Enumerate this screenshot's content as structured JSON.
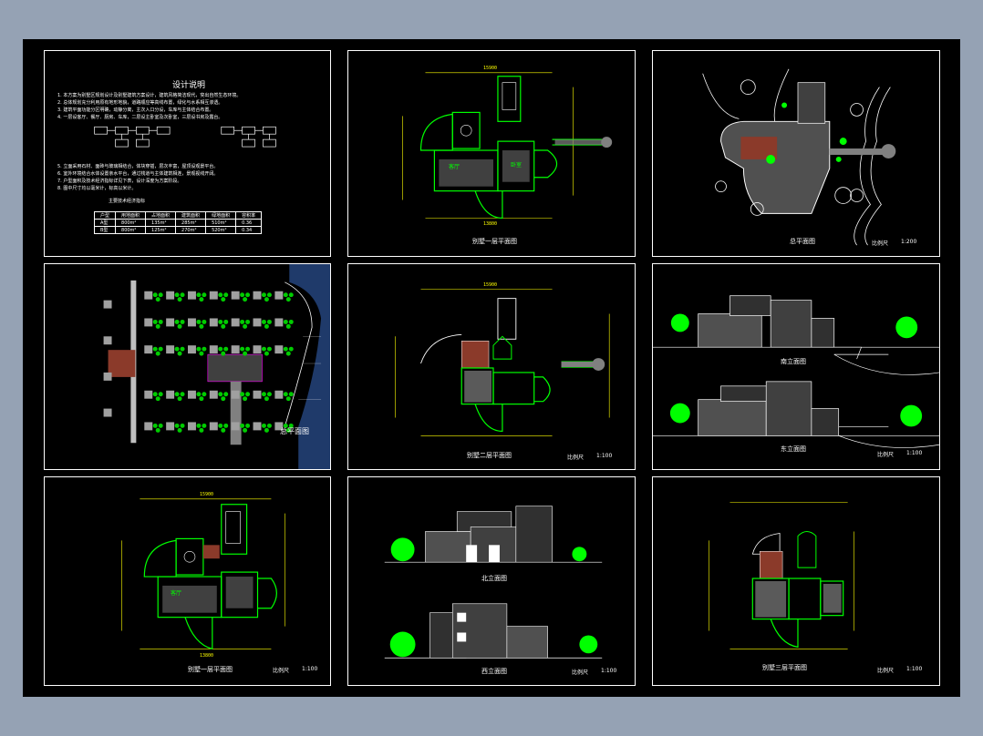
{
  "colors": {
    "background": "#95a2b4",
    "sheet": "#000000",
    "frame": "#ffffff",
    "wall": "#00ff00",
    "dimension": "#ffff00",
    "accent": "#ff00ff",
    "hatch": "#808080"
  },
  "notes": {
    "title": "设计说明",
    "lines": [
      "1. 本方案为别墅区规划设计及别墅建筑方案设计，建筑风格简洁现代，突出自然生态环境。",
      "2. 总体规划充分利用原有地形地貌，道路顺应等高线布置，绿化与水系相互渗透。",
      "3. 建筑平面功能分区明确，动静分离，主次入口分设，车库与主体结合布置。",
      "4. 一层设客厅、餐厅、厨房、车库，二层设主卧室及次卧室，三层设书房及露台。"
    ],
    "lines2": [
      "5. 立面采用石材、面砖与玻璃相结合，体块穿插，层次丰富，屋顶设观景平台。",
      "6. 室外环境结合水体设置亲水平台，通过栈道与主体建筑相连，景观视线开阔。",
      "7. 户型面积及技术经济指标详见下表，设计深度为方案阶段。",
      "8. 图中尺寸均以毫米计，标高以米计。"
    ],
    "table_caption": "主要技术经济指标",
    "table": [
      [
        "户型",
        "用地面积",
        "占地面积",
        "建筑面积",
        "绿地面积",
        "容积率"
      ],
      [
        "A型",
        "800m²",
        "135m²",
        "285m²",
        "510m²",
        "0.36"
      ],
      [
        "B型",
        "800m²",
        "125m²",
        "270m²",
        "520m²",
        "0.34"
      ]
    ]
  },
  "panels": {
    "p2": {
      "caption": "别墅一层平面图",
      "room1": "客厅",
      "room2": "卧室",
      "dim_top": "15900",
      "dim_bottom": "13800"
    },
    "p3": {
      "caption": "总平面图",
      "scale": "比例尺",
      "ratio": "1:200"
    },
    "p4": {
      "caption": "总平面图"
    },
    "p5": {
      "caption": "别墅二层平面图",
      "scale": "比例尺",
      "ratio": "1:100",
      "dim_top": "15900"
    },
    "p6": {
      "caption_top": "南立面图",
      "caption_bottom": "东立面图",
      "scale": "比例尺",
      "ratio": "1:100"
    },
    "p7": {
      "caption": "别墅一层平面图",
      "scale": "比例尺",
      "ratio": "1:100",
      "room1": "客厅",
      "dim_top": "15900",
      "dim_bottom": "13800"
    },
    "p8": {
      "caption_top": "北立面图",
      "caption_bottom": "西立面图",
      "scale": "比例尺",
      "ratio": "1:100"
    },
    "p9": {
      "caption": "别墅三层平面图",
      "scale": "比例尺",
      "ratio": "1:100"
    }
  }
}
